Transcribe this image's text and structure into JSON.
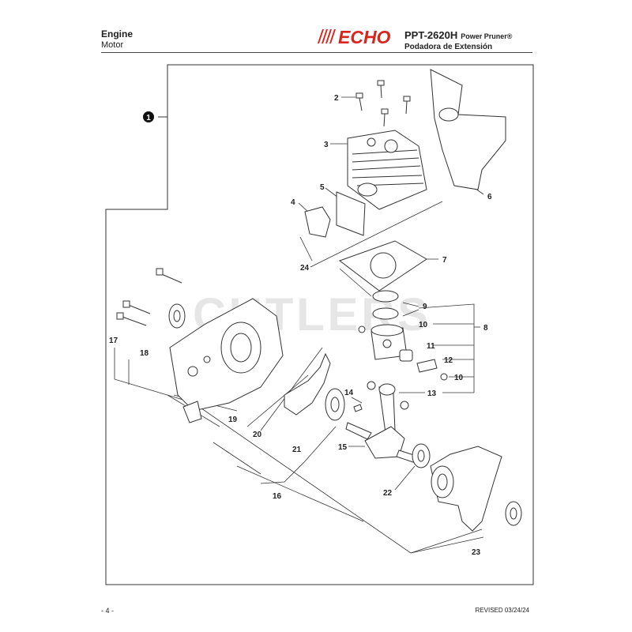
{
  "header": {
    "section_title": "Engine",
    "section_subtitle": "Motor",
    "brand": "ECHO",
    "model": "PPT-2620H",
    "product_name": "Power Pruner®",
    "product_name_es": "Podadora de Extensión"
  },
  "watermark": "CUTLERS",
  "diagram": {
    "assembly_label": "1",
    "parts": [
      "2",
      "3",
      "4",
      "5",
      "6",
      "7",
      "8",
      "9",
      "10",
      "10",
      "11",
      "12",
      "13",
      "14",
      "15",
      "16",
      "17",
      "18",
      "19",
      "20",
      "21",
      "22",
      "23",
      "24"
    ]
  },
  "footer": {
    "page": "- 4 -",
    "revised": "REVISED 03/24/24"
  },
  "colors": {
    "brand_red": "#d7261e",
    "line": "#333333"
  }
}
